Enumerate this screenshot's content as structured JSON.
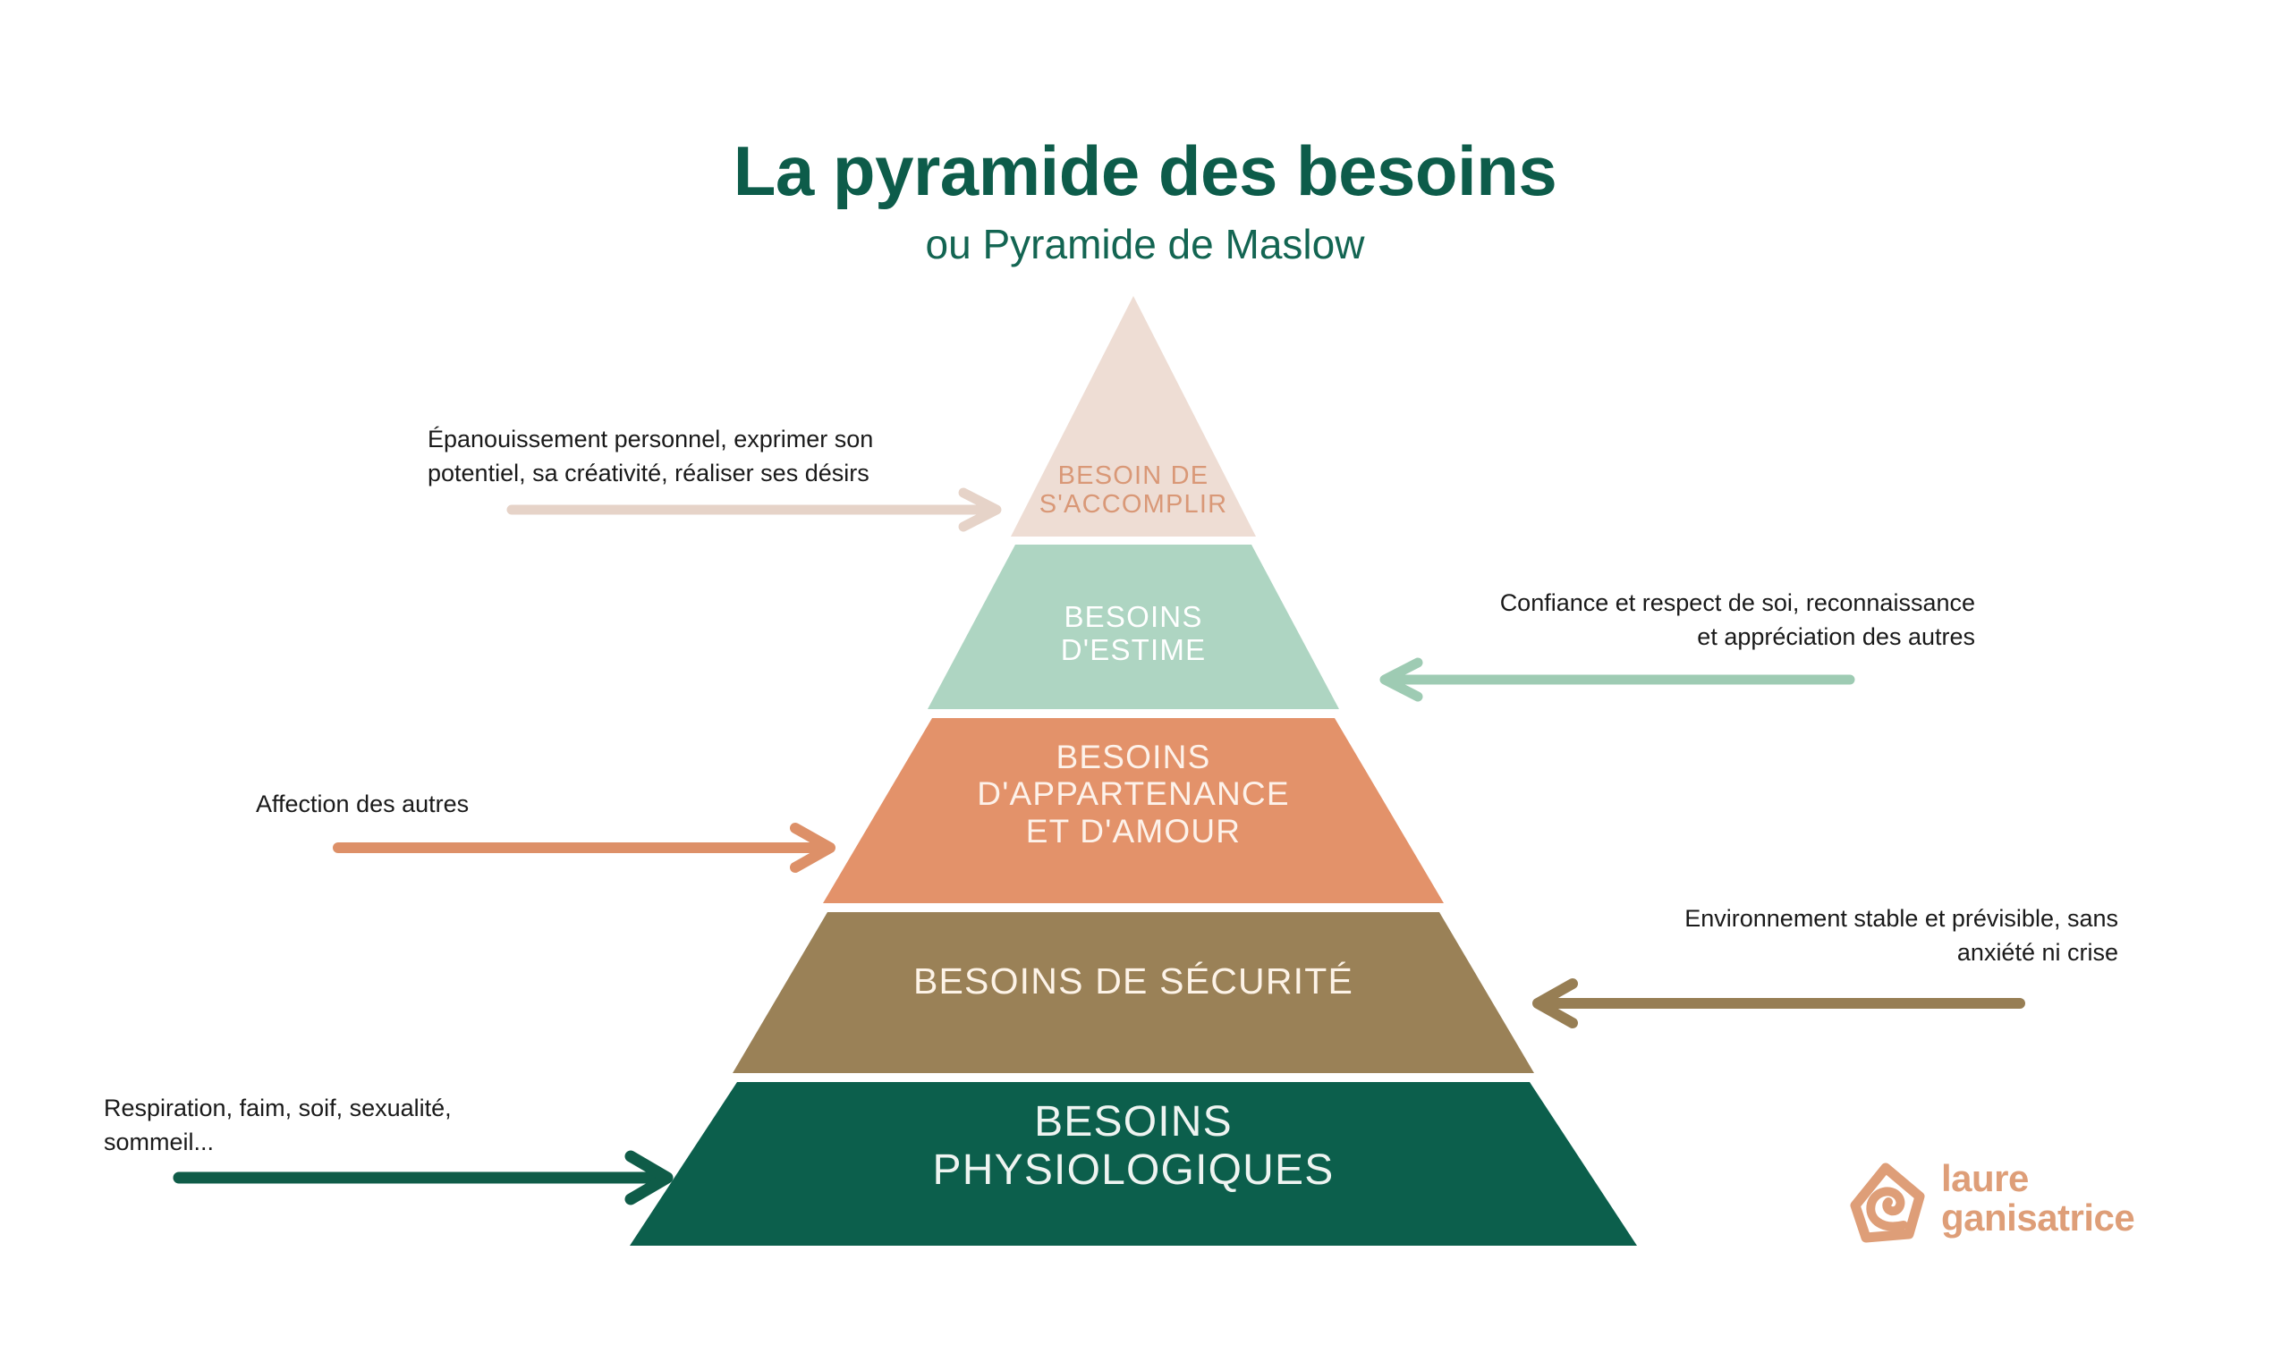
{
  "header": {
    "title": "La pyramide des besoins",
    "subtitle": "ou Pyramide de Maslow",
    "title_color": "#0d5c4a",
    "subtitle_color": "#136552"
  },
  "chart_data": {
    "type": "pyramid",
    "title": "La pyramide des besoins",
    "subtitle": "ou Pyramide de Maslow",
    "background": "#ffffff",
    "levels_top_to_bottom": 5,
    "levels": [
      {
        "rank": 5,
        "label": "BESOIN DE\nS'ACCOMPLIR",
        "fill": "#eeddd4",
        "text_color": "#d99877",
        "annotation": "Épanouissement personnel, exprimer son\npotentiel, sa créativité, réaliser ses désirs",
        "annotation_side": "left",
        "arrow_color": "#e6d3c8",
        "arrow_direction": "right"
      },
      {
        "rank": 4,
        "label": "BESOINS\nD'ESTIME",
        "fill": "#aed5c2",
        "text_color": "#ffffff",
        "annotation": "Confiance et respect de soi, reconnaissance\net appréciation des autres",
        "annotation_side": "right",
        "arrow_color": "#9ecbb3",
        "arrow_direction": "left"
      },
      {
        "rank": 3,
        "label": "BESOINS\nD'APPARTENANCE\nET D'AMOUR",
        "fill": "#e3926a",
        "text_color": "#fdf2ea",
        "annotation": "Affection des autres",
        "annotation_side": "left",
        "arrow_color": "#dd9068",
        "arrow_direction": "right"
      },
      {
        "rank": 2,
        "label": "BESOINS DE SÉCURITÉ",
        "fill": "#9a8157",
        "text_color": "#fdf3e7",
        "annotation": "Environnement stable et prévisible, sans\nanxiété ni crise",
        "annotation_side": "right",
        "arrow_color": "#977e54",
        "arrow_direction": "left"
      },
      {
        "rank": 1,
        "label": "BESOINS\nPHYSIOLOGIQUES",
        "fill": "#0c5f4c",
        "text_color": "#eef4f1",
        "annotation": "Respiration, faim, soif, sexualité,\nsommeil...",
        "annotation_side": "left",
        "arrow_color": "#0f5c48",
        "arrow_direction": "right"
      }
    ]
  },
  "logo": {
    "line1": "laure",
    "line2": "ganisatrice",
    "wordmark": "laure\nganisatrice",
    "color": "#de9e78",
    "mark": "house-spiral-icon"
  }
}
